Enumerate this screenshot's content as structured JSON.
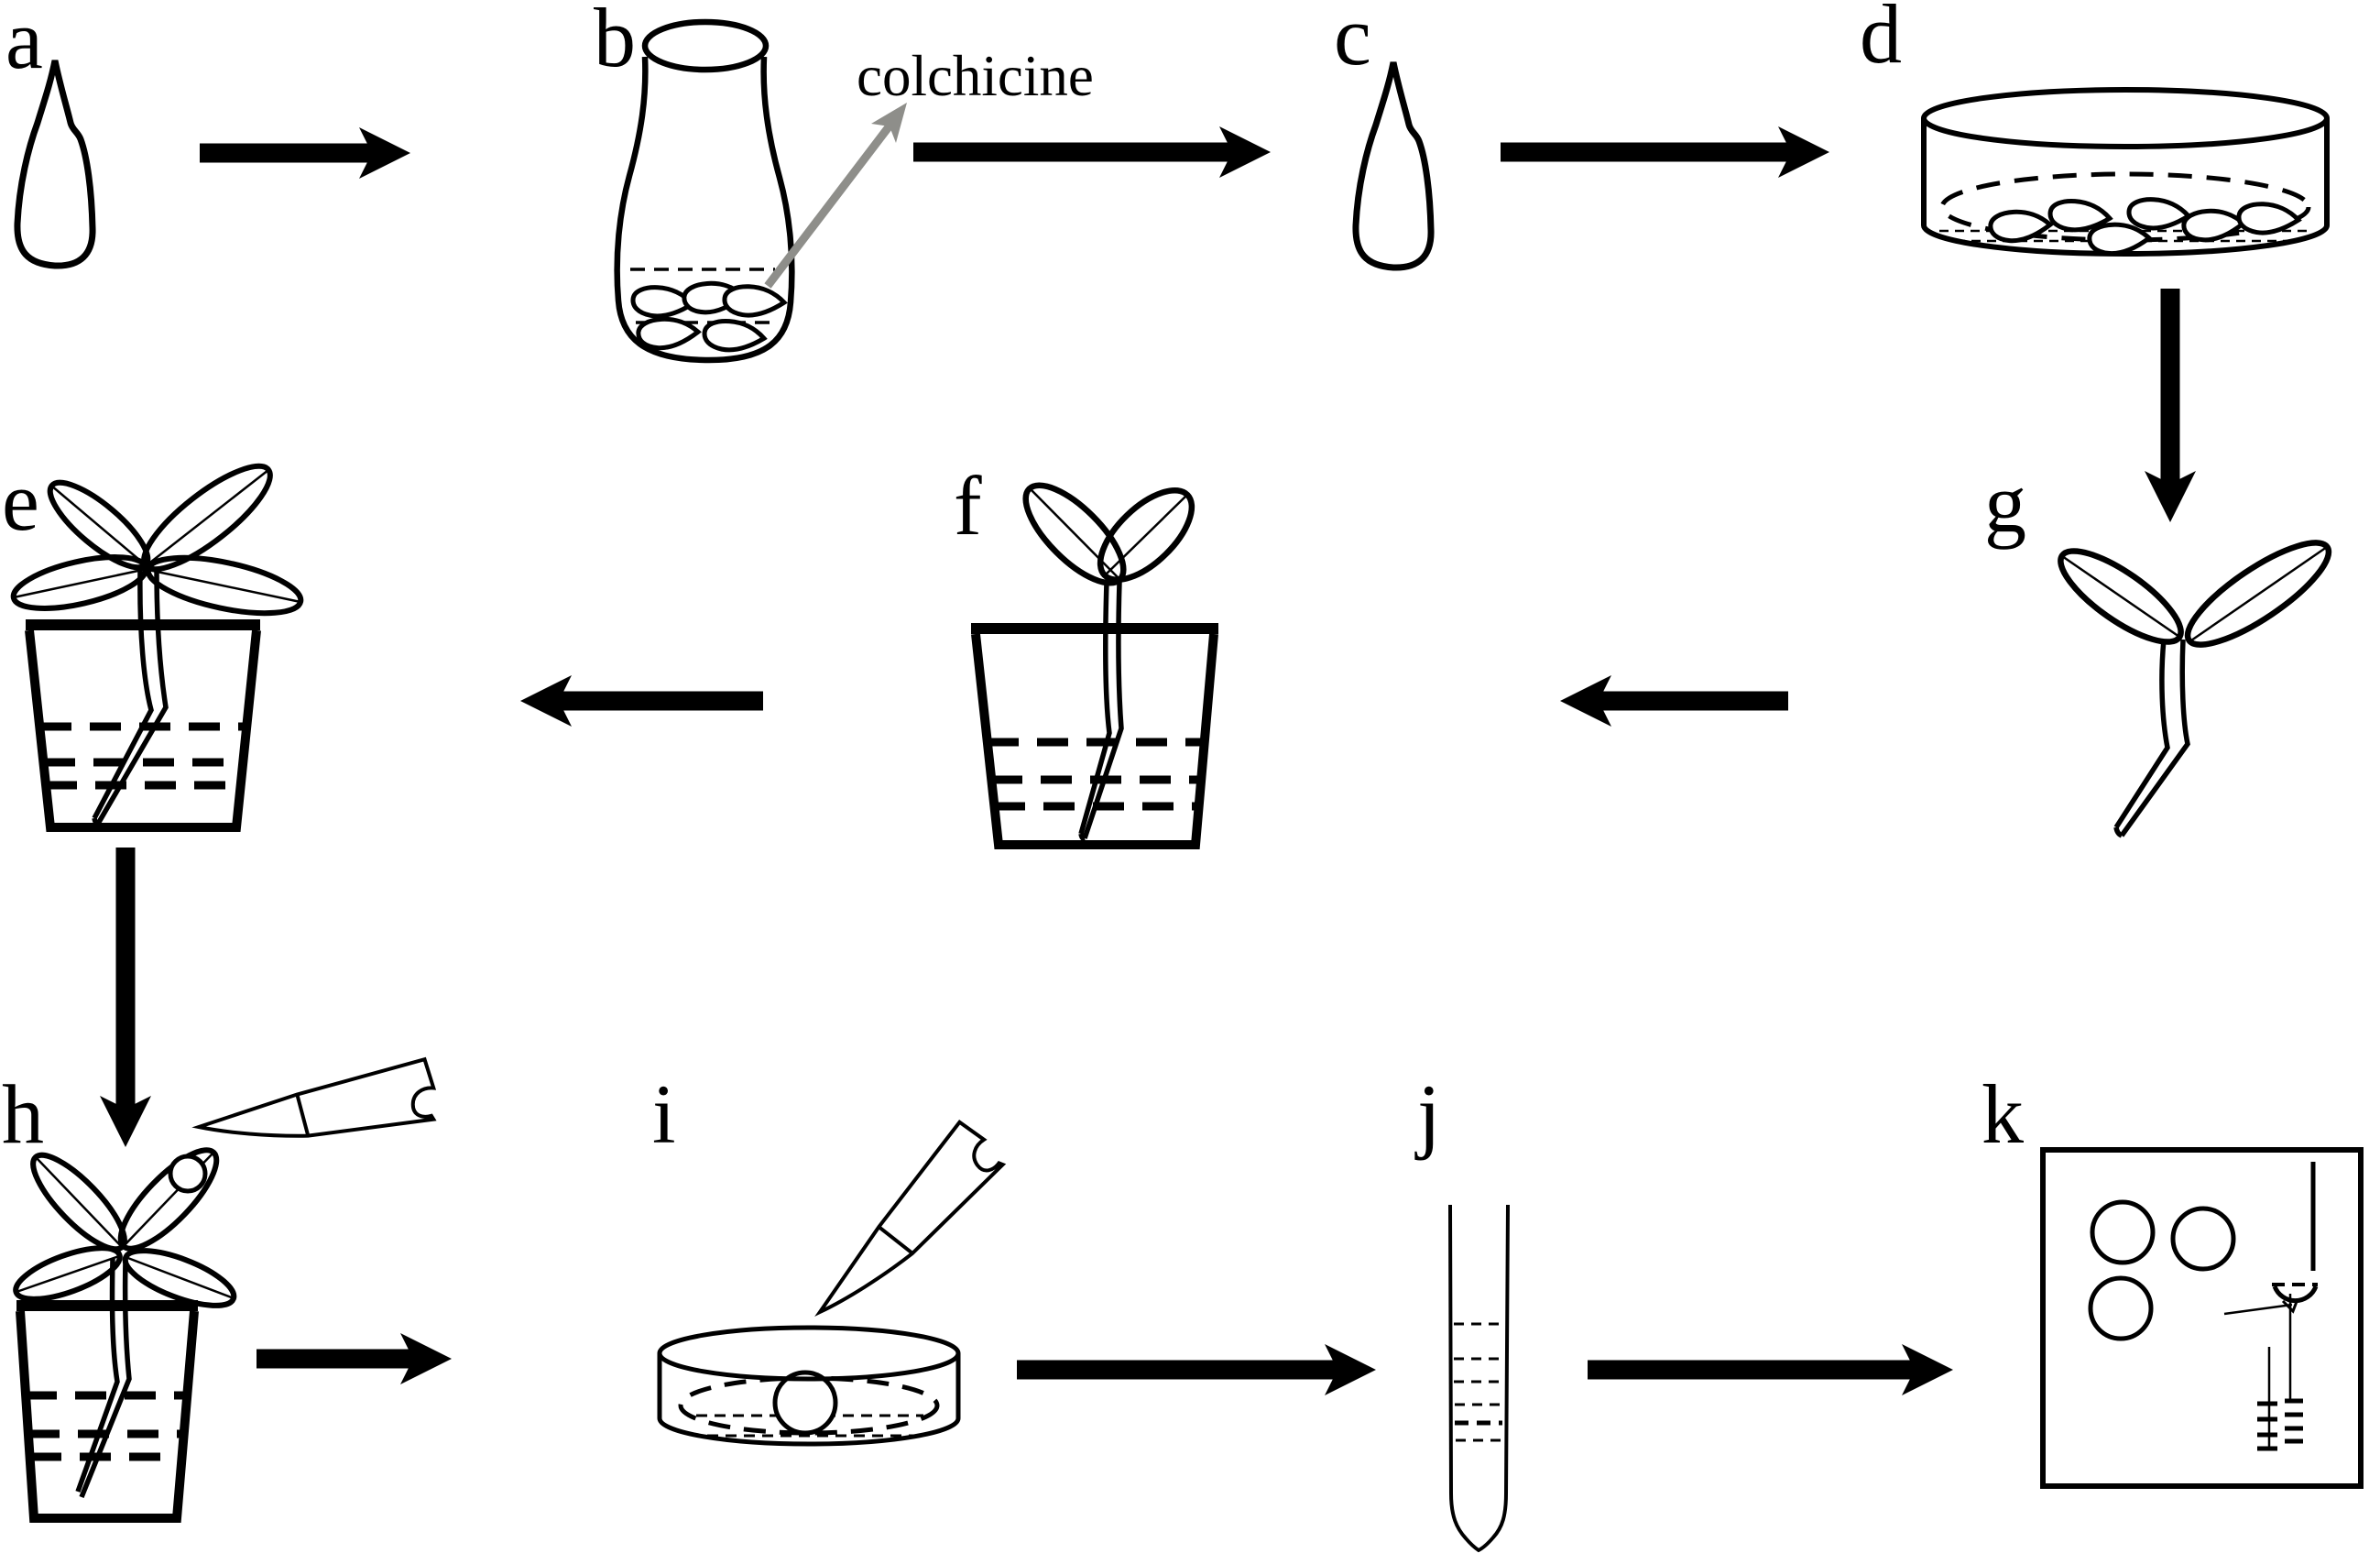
{
  "figure": {
    "background": "#ffffff",
    "ink_color": "#000000",
    "annotation_arrow_color": "#8e8e8a",
    "annotations": {
      "colchicine": "colchicine"
    },
    "panels": [
      {
        "id": "a",
        "label": "a",
        "icon": "seed-icon"
      },
      {
        "id": "b",
        "label": "b",
        "icon": "erlenmeyer-flask-seeds-icon",
        "annotation": "colchicine"
      },
      {
        "id": "c",
        "label": "c",
        "icon": "seed-icon"
      },
      {
        "id": "d",
        "label": "d",
        "icon": "petri-dish-seeds-icon"
      },
      {
        "id": "e",
        "label": "e",
        "icon": "potted-plant-icon"
      },
      {
        "id": "f",
        "label": "f",
        "icon": "potted-seedling-icon"
      },
      {
        "id": "g",
        "label": "g",
        "icon": "germinated-seedling-icon"
      },
      {
        "id": "h",
        "label": "h",
        "icon": "potted-plant-with-scalpel-icon"
      },
      {
        "id": "i",
        "label": "i",
        "icon": "petri-dish-leaf-disc-scalpel-icon"
      },
      {
        "id": "j",
        "label": "j",
        "icon": "centrifuge-tube-icon"
      },
      {
        "id": "k",
        "label": "k",
        "icon": "flow-cytometer-box-icon"
      }
    ]
  }
}
